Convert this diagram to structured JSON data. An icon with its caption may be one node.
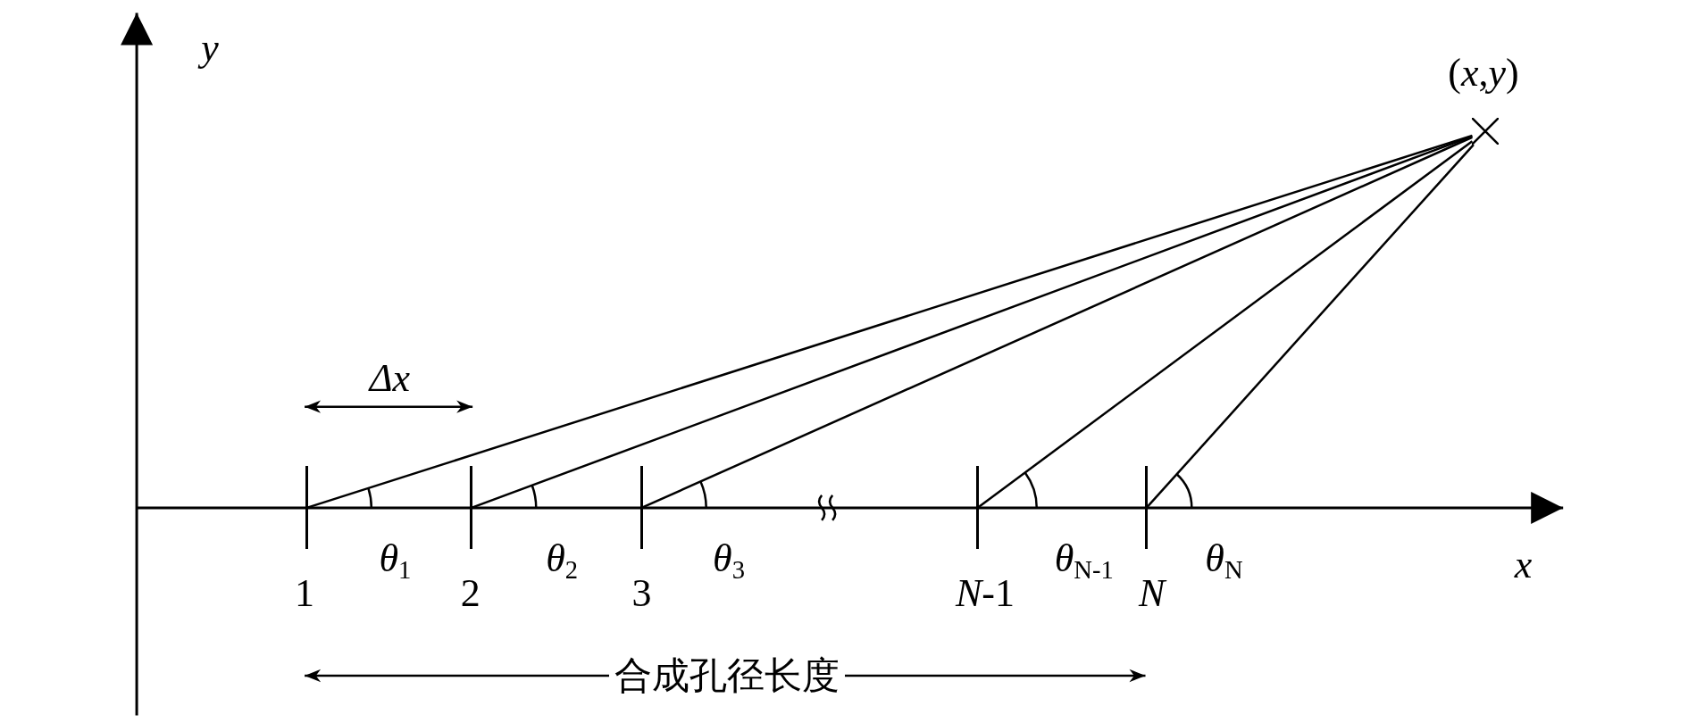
{
  "diagram": {
    "nodes": [
      {
        "text": [],
        "shape": "bar",
        "beside": [
          "1"
        ]
      },
      {
        "text": [],
        "shape": "bar",
        "beside": [
          "2"
        ]
      },
      {
        "text": [],
        "shape": "bar",
        "beside": [
          "3"
        ]
      },
      {
        "text": [],
        "shape": "bar",
        "beside": [
          "*N*-1"
        ]
      },
      {
        "text": [],
        "shape": "bar",
        "beside": [
          "*N*"
        ]
      },
      {
        "text": [],
        "shape": "cross",
        "beside": [
          "(*x*,*y*)"
        ]
      }
    ],
    "edges": [
      {
        "from": 0,
        "to": 5,
        "arrow": "none"
      },
      {
        "from": 1,
        "to": 5,
        "arrow": "none"
      },
      {
        "from": 2,
        "to": 5,
        "arrow": "none"
      },
      {
        "from": 3,
        "to": 5,
        "arrow": "none"
      },
      {
        "from": 4,
        "to": 5,
        "arrow": "none"
      }
    ],
    "labels": [
      "y",
      "Δx",
      "*θ*$_{1}$",
      "*θ*$_{2}$",
      "*θ*$_{3}$",
      "*θ*$_{N-1}$",
      "*θ*$_{N}$",
      "x",
      "合成孔径长度"
    ]
  }
}
